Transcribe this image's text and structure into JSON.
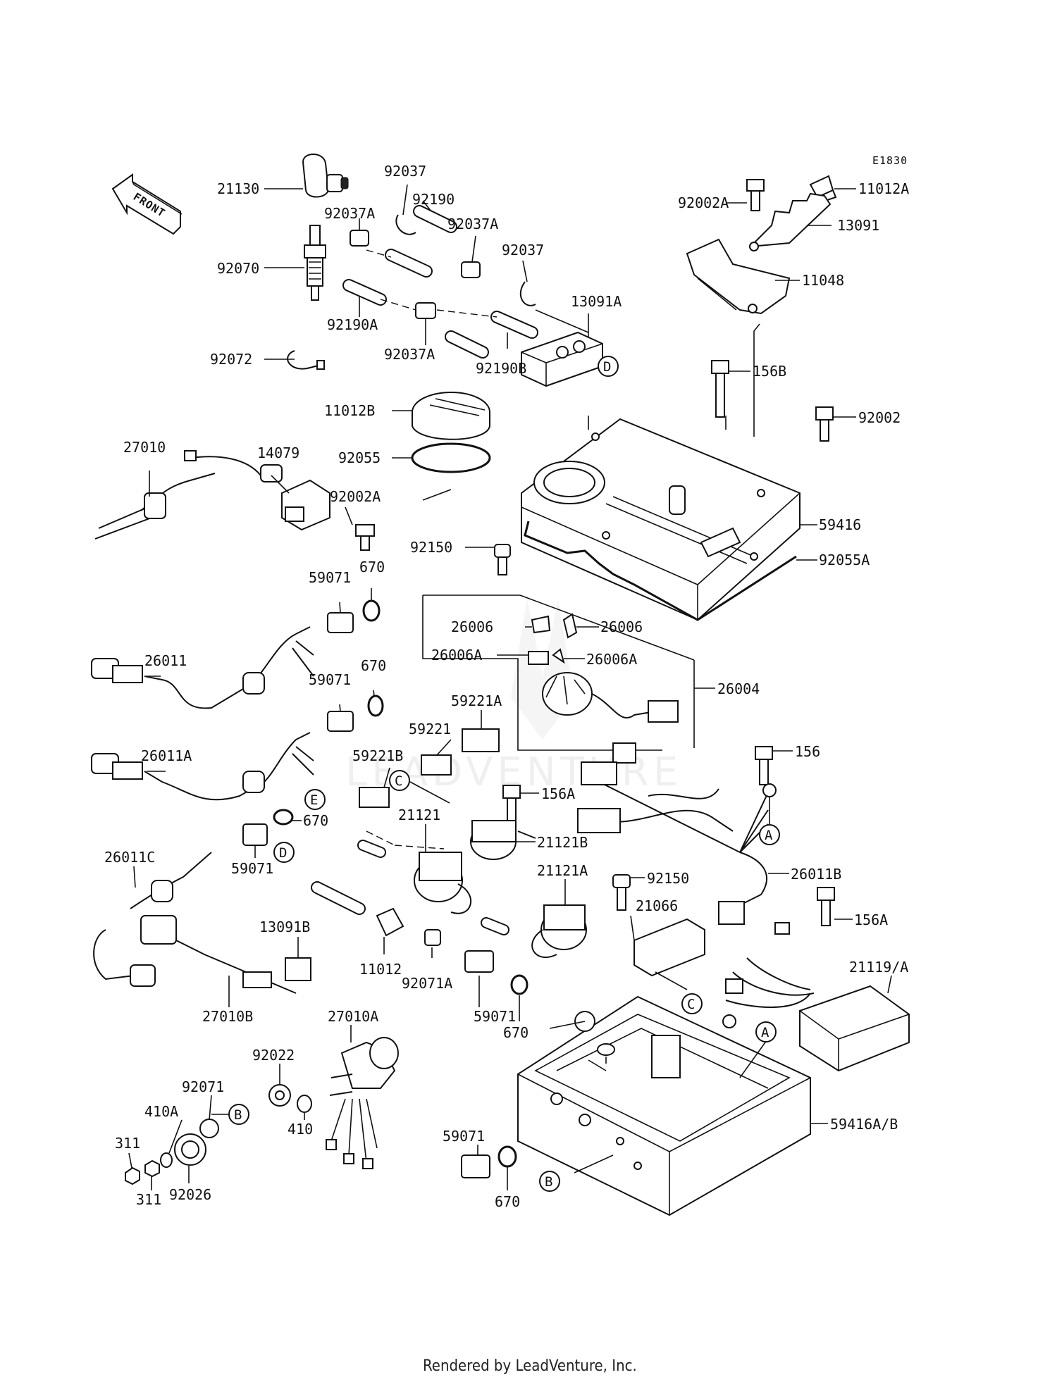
{
  "code": "E1830",
  "front_label": "FRONT",
  "watermark": "LEADVENTURE",
  "footer": "Rendered by LeadVenture, Inc.",
  "labels": {
    "p21130": "21130",
    "p92037a_top": "92037",
    "p92190": "92190",
    "p92037A_1": "92037A",
    "p92037A_2": "92037A",
    "p92037_2": "92037",
    "p92070": "92070",
    "p92190A": "92190A",
    "p92037A_3": "92037A",
    "p92190B": "92190B",
    "p13091A": "13091A",
    "p92072": "92072",
    "p92002A_top": "92002A",
    "p11012A": "11012A",
    "p13091": "13091",
    "p11048": "11048",
    "p156B": "156B",
    "p92002": "92002",
    "p11012B": "11012B",
    "p92055": "92055",
    "p27010": "27010",
    "p14079": "14079",
    "p92002A_mid": "92002A",
    "p59416": "59416",
    "p92150_top": "92150",
    "p92055A": "92055A",
    "p59071_1": "59071",
    "p670_1": "670",
    "p26006_l": "26006",
    "p26006_r": "26006",
    "p26006A_l": "26006A",
    "p26006A_r": "26006A",
    "p26011": "26011",
    "p670_2": "670",
    "p59071_2": "59071",
    "p26004": "26004",
    "p59221A": "59221A",
    "p59221": "59221",
    "p59221B": "59221B",
    "p156": "156",
    "p26011A": "26011A",
    "p156A_mid": "156A",
    "p670_3": "670",
    "p21121": "21121",
    "p21121B": "21121B",
    "p26011C": "26011C",
    "p59071_3": "59071",
    "p21121A": "21121A",
    "p92150_mid": "92150",
    "p26011B": "26011B",
    "p21066": "21066",
    "p156A_r": "156A",
    "p13091B": "13091B",
    "p11012": "11012",
    "p92071A": "92071A",
    "p21119A": "21119/A",
    "p27010B": "27010B",
    "p59071_4": "59071",
    "p670_4": "670",
    "p27010A": "27010A",
    "p92022": "92022",
    "p92071": "92071",
    "p410A": "410A",
    "p311_1": "311",
    "p410": "410",
    "p59416AB": "59416A/B",
    "p59071_5": "59071",
    "p92026": "92026",
    "p311_2": "311",
    "p670_5": "670"
  },
  "refs": {
    "A1": "A",
    "A2": "A",
    "B1": "B",
    "B2": "B",
    "C1": "C",
    "C2": "C",
    "D1": "D",
    "D2": "D",
    "E1": "E"
  }
}
